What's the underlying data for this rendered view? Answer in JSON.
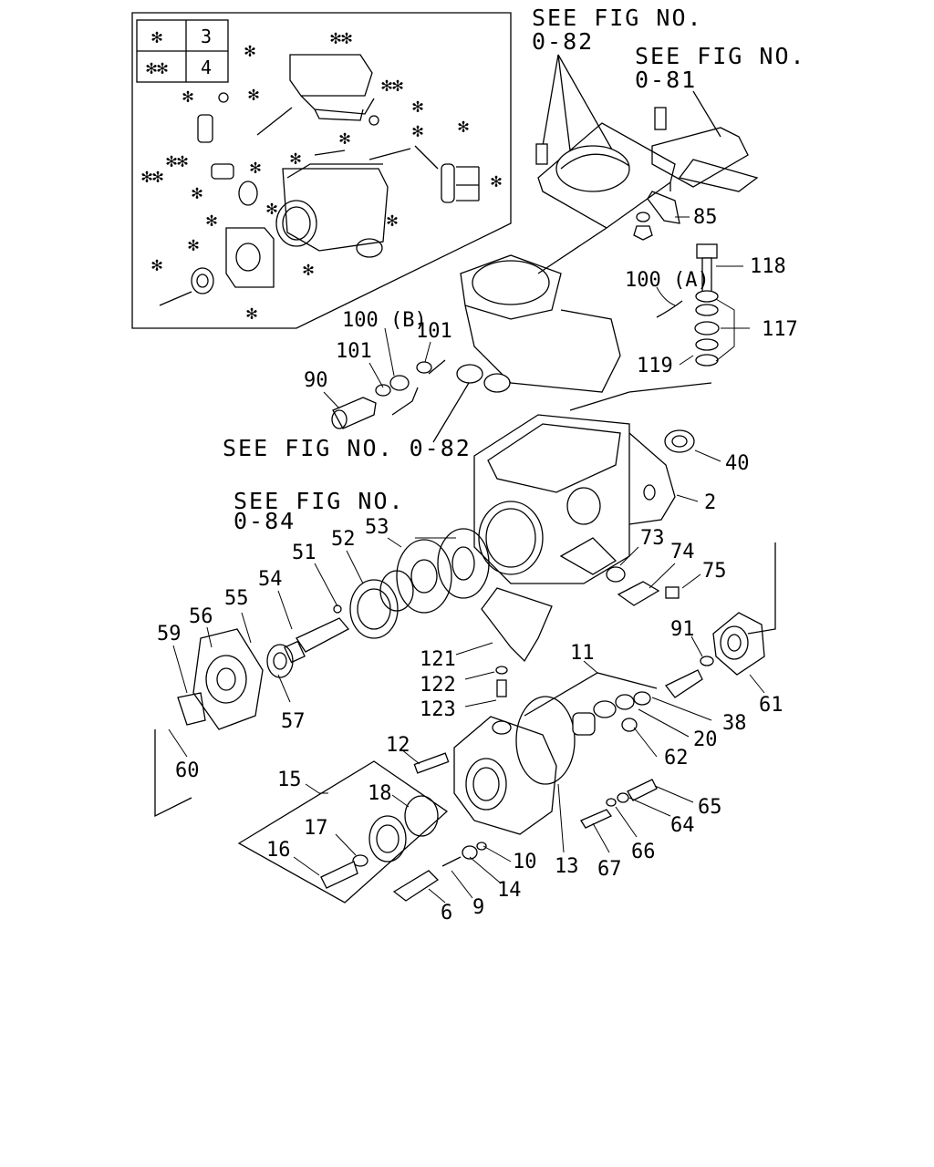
{
  "legend": {
    "rows": [
      {
        "symbol": "✻",
        "value": "3"
      },
      {
        "symbol": "✻✻",
        "value": "4"
      }
    ]
  },
  "references": [
    {
      "line1": "SEE FIG NO.",
      "line2": "0-82"
    },
    {
      "line1": "SEE FIG NO.",
      "line2": "0-81"
    },
    {
      "line1": "SEE FIG NO. 0-82",
      "line2": ""
    },
    {
      "line1": "SEE FIG NO.",
      "line2": "0-84"
    }
  ],
  "inset_markers": [
    "✻✻",
    "✻",
    "✻",
    "✻✻",
    "✻",
    "✻",
    "✻",
    "✻",
    "✻✻",
    "✻✻",
    "✻",
    "✻",
    "✻",
    "✻",
    "✻",
    "✻",
    "✻",
    "✻",
    "✻",
    "✻",
    "✻",
    "✻"
  ],
  "callouts": [
    "85",
    "118",
    "100 (A)",
    "117",
    "119",
    "100 (B)",
    "101",
    "101",
    "90",
    "40",
    "2",
    "53",
    "52",
    "51",
    "54",
    "55",
    "56",
    "59",
    "73",
    "74",
    "75",
    "91",
    "61",
    "121",
    "122",
    "123",
    "11",
    "38",
    "20",
    "62",
    "57",
    "60",
    "12",
    "15",
    "18",
    "17",
    "16",
    "10",
    "14",
    "9",
    "6",
    "13",
    "67",
    "66",
    "64",
    "65"
  ]
}
